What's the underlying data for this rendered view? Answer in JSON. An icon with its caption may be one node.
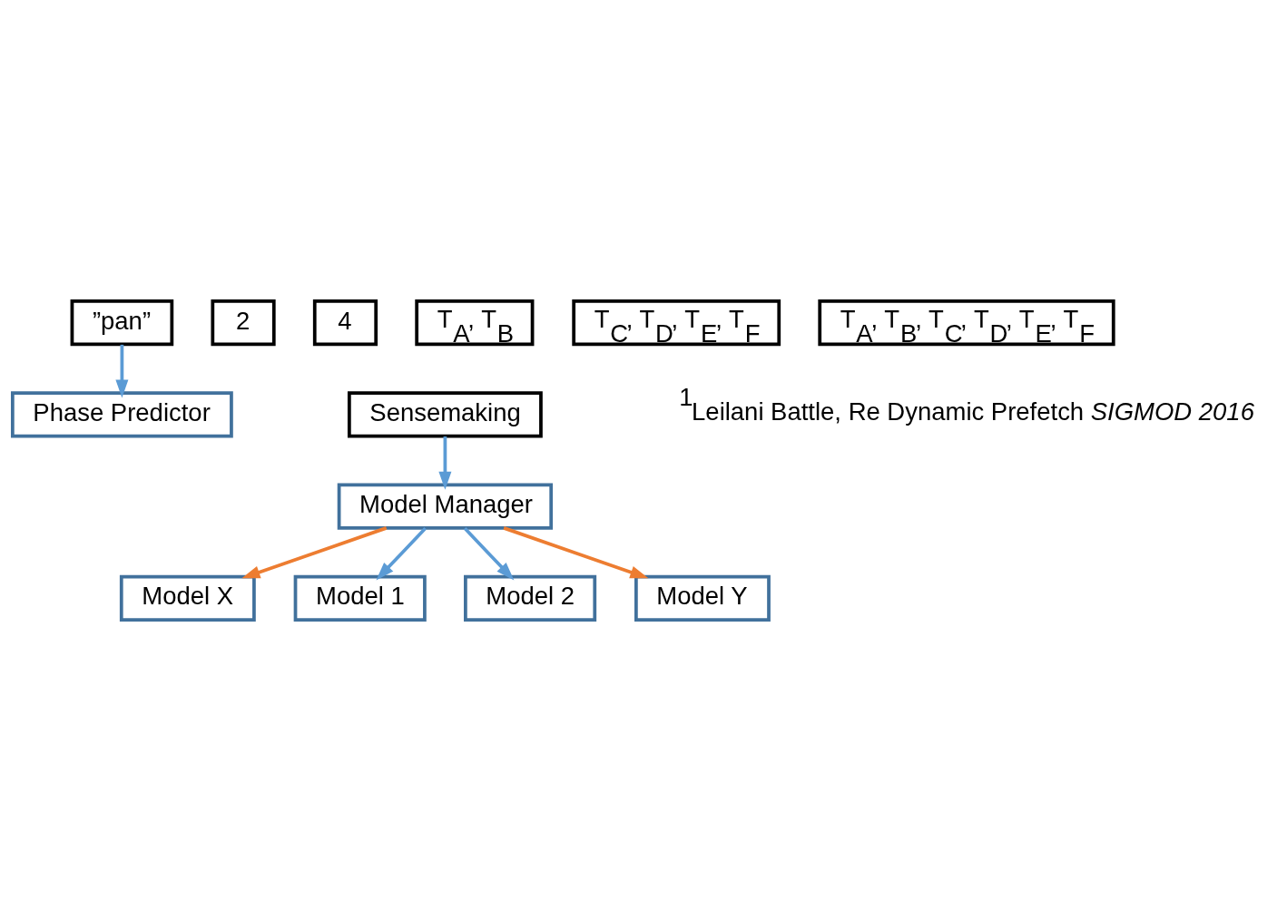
{
  "diagram": {
    "nodes": [
      {
        "text": [
          "”pan”"
        ]
      },
      {
        "text": [
          "Phase Predictor"
        ]
      },
      {
        "text": [
          "Sensemaking"
        ]
      },
      {
        "text": [
          "Model Manager"
        ]
      },
      {
        "text": [
          "2"
        ]
      },
      {
        "text": [
          "4"
        ]
      },
      {
        "text": [
          "Model X"
        ]
      },
      {
        "text": [
          "Model 1"
        ]
      },
      {
        "text": [
          "Model 2"
        ]
      },
      {
        "text": [
          "Model Y"
        ]
      },
      {
        "text": [
          "T$_{A}$, T$_{B}$"
        ]
      },
      {
        "text": [
          "T$_{C}$, T$_{D}$, T$_{E}$, T$_{F}$"
        ]
      },
      {
        "text": [
          "T$_{A}$, T$_{B}$, T$_{C}$, T$_{D}$, T$_{E}$, T$_{F}$"
        ]
      }
    ],
    "edges": [
      {
        "from": 0,
        "to": 1,
        "arrow": "to"
      },
      {
        "from": 2,
        "to": 3,
        "arrow": "to"
      },
      {
        "from": 3,
        "to": 6,
        "arrow": "to",
        "color": "#ed7d31"
      },
      {
        "from": 3,
        "to": 7,
        "arrow": "to"
      },
      {
        "from": 3,
        "to": 8,
        "arrow": "to"
      },
      {
        "from": 3,
        "to": 9,
        "arrow": "to",
        "color": "#ed7d31"
      }
    ],
    "labels": [
      "$^{1}$Leilani Battle, Re Dynamic Prefetch *SIGMOD 2016*"
    ]
  }
}
